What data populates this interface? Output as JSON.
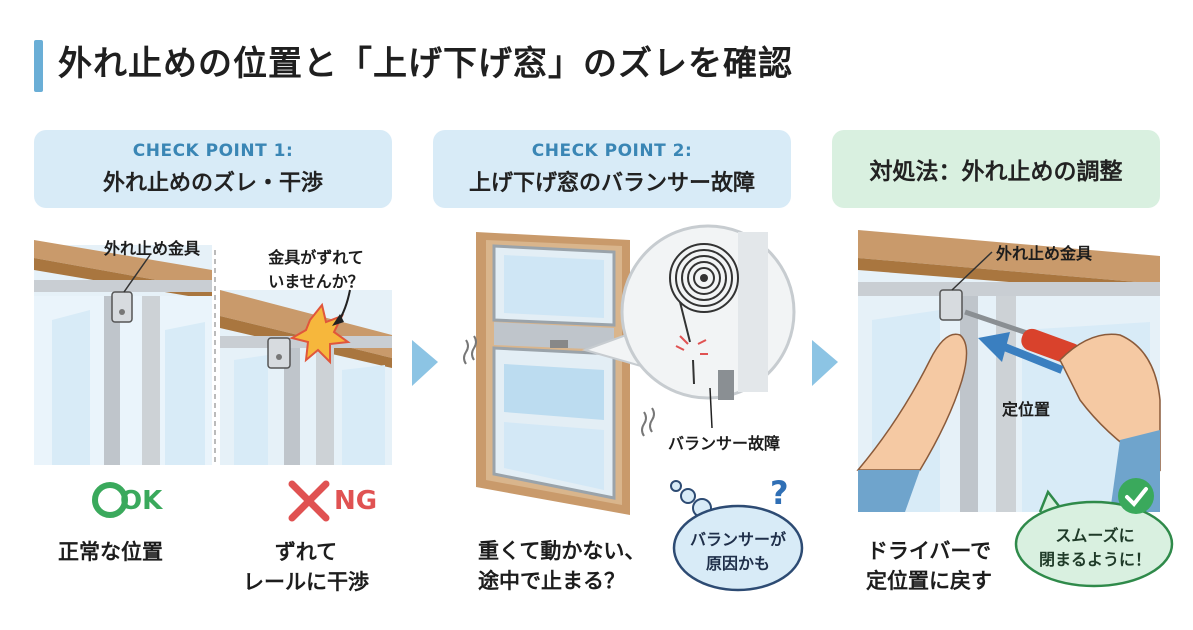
{
  "title": "外れ止めの位置と「上げ下げ窓」のズレを確認",
  "panels": [
    {
      "sub": "CHECK POINT 1:",
      "main": "外れ止めのズレ・干渉"
    },
    {
      "sub": "CHECK POINT 2:",
      "main": "上げ下げ窓のバランサー故障"
    },
    {
      "main": "対処法：外れ止めの調整"
    }
  ],
  "p1": {
    "callout_bracket": "外れ止め金具",
    "callout_question_1": "金具がずれて",
    "callout_question_2": "いませんか？",
    "ok_label": "OK",
    "ok_caption": "正常な位置",
    "ng_label": "NG",
    "ng_caption_1": "ずれて",
    "ng_caption_2": "レールに干渉"
  },
  "p2": {
    "balancer_label": "バランサー故障",
    "caption_1": "重くて動かない、",
    "caption_2": "途中で止まる？",
    "bubble_1": "バランサーが",
    "bubble_2": "原因かも",
    "question_mark": "?"
  },
  "p3": {
    "bracket_label": "外れ止め金具",
    "position_label": "定位置",
    "caption_1": "ドライバーで",
    "caption_2": "定位置に戻す",
    "bubble_1": "スムーズに",
    "bubble_2": "閉まるように！"
  },
  "colors": {
    "accent_blue": "#6aaed6",
    "ok_green": "#3aa95c",
    "ng_red": "#e05252",
    "wood": "#c99a6b"
  }
}
